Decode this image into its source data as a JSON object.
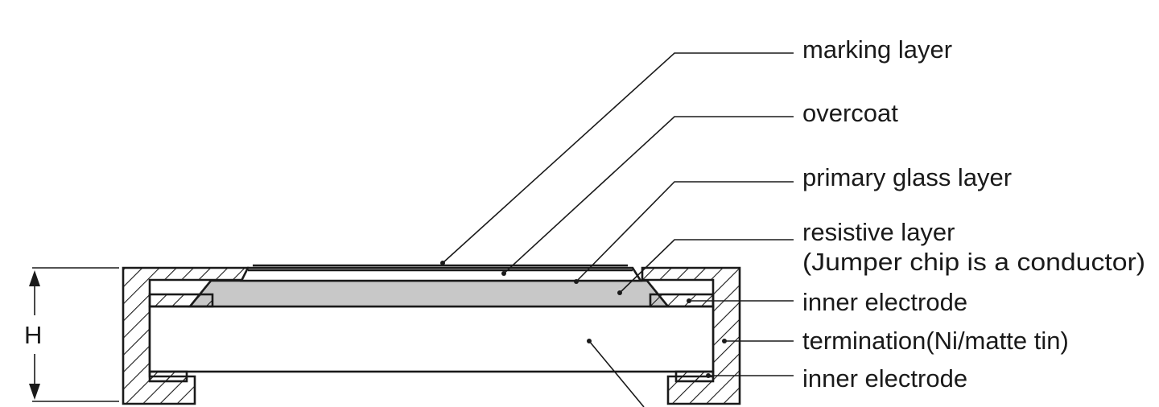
{
  "labels": {
    "marking_layer": "marking layer",
    "overcoat": "overcoat",
    "primary_glass_layer": "primary glass layer",
    "resistive_layer": "resistive layer",
    "resistive_layer_note": "(Jumper chip is a conductor)",
    "inner_electrode_top": "inner electrode",
    "termination": "termination(Ni/matte tin)",
    "inner_electrode_bottom": "inner electrode",
    "height_symbol": "H"
  },
  "colors": {
    "line": "#1a1a1a",
    "resistive_fill": "#c8c8c8",
    "background": "#ffffff"
  }
}
